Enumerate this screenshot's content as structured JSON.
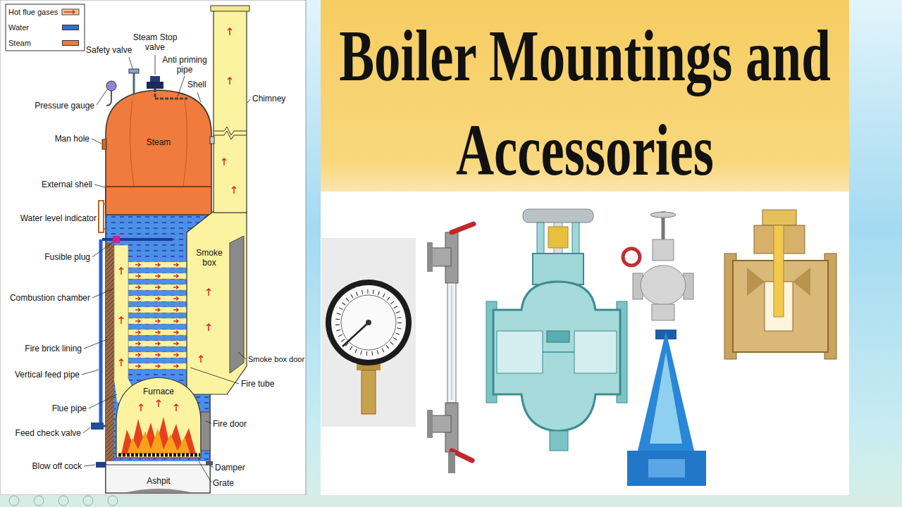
{
  "diagram": {
    "title": "Boiler Mountings and Accessories",
    "labels": [
      "Safety valve",
      "Steam Stop valve",
      "Anti priming pipe",
      "Shell",
      "Chimney",
      "Pressure gauge",
      "Man hole",
      "Steam",
      "External shell",
      "Water level indicator",
      "Smoke box",
      "Fusible plug",
      "Combustion chamber",
      "Fire brick lining",
      "Smoke box door",
      "Vertical feed pipe",
      "Fire tube",
      "Furnace",
      "Flue pipe",
      "Fire door",
      "Feed check valve",
      "Blow off cock",
      "Damper",
      "Grate",
      "Ashpit"
    ],
    "legend": [
      {
        "text": "Hot flue gases"
      },
      {
        "text": "Water",
        "color": "#2f6fd6"
      },
      {
        "text": "Steam",
        "color": "#f07b3c"
      }
    ]
  }
}
